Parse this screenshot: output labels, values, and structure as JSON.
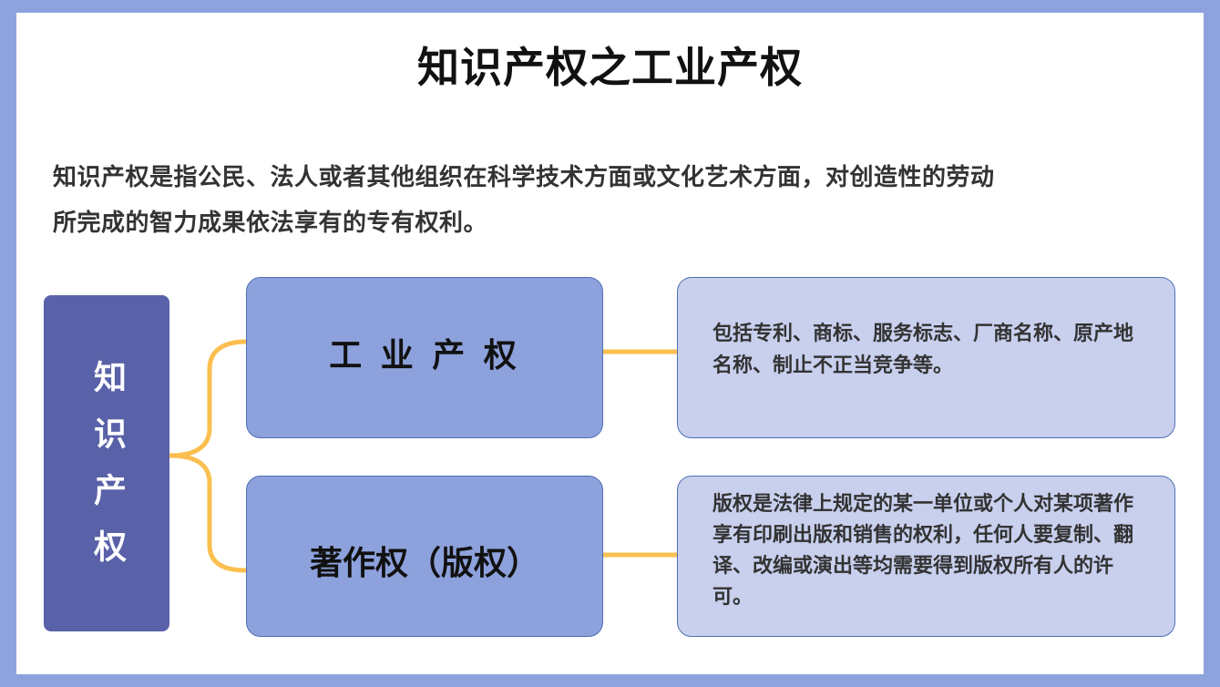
{
  "title": "知识产权之工业产权",
  "intro": {
    "line1": "知识产权是指公民、法人或者其他组织在科学技术方面或文化艺术方面，对创造性的劳动",
    "line2": "所完成的智力成果依法享有的专有权利。"
  },
  "root": {
    "label": "知识产权"
  },
  "branches": [
    {
      "label": "工 业 产 权",
      "description": "包括专利、商标、服务标志、厂商名称、原产地名称、制止不正当竞争等。"
    },
    {
      "label": "著作权（版权）",
      "description": "版权是法律上规定的某一单位或个人对某项著作享有印刷出版和销售的权利，任何人要复制、翻译、改编或演出等均需要得到版权所有人的许可。"
    }
  ],
  "colors": {
    "frame": "#8ea3de",
    "root": "#5961a8",
    "category": "#8da2dc",
    "description": "#c8d0ee",
    "connector": "#fbbf4f"
  }
}
